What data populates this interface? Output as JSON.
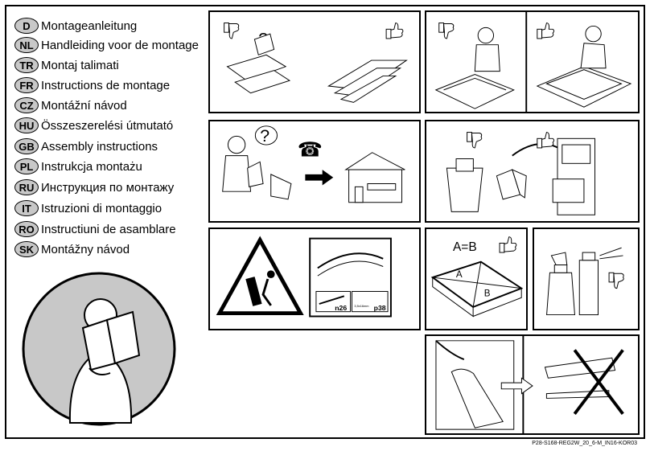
{
  "languages": [
    {
      "code": "D",
      "name": "Montageanleitung"
    },
    {
      "code": "NL",
      "name": "Handleiding voor de montage"
    },
    {
      "code": "TR",
      "name": "Montaj talimati"
    },
    {
      "code": "FR",
      "name": "Instructions de montage"
    },
    {
      "code": "CZ",
      "name": "Montážní návod"
    },
    {
      "code": "HU",
      "name": "Összeszerelési útmutató"
    },
    {
      "code": "GB",
      "name": "Assembly instructions"
    },
    {
      "code": "PL",
      "name": "Instrukcja montażu"
    },
    {
      "code": "RU",
      "name": "Инструкция по монтажу"
    },
    {
      "code": "IT",
      "name": "Istruzioni di montaggio"
    },
    {
      "code": "RO",
      "name": "Instructiuni de asamblare"
    },
    {
      "code": "SK",
      "name": "Montážny návod"
    }
  ],
  "icons": {
    "thumbs_up": "thumbs-up-icon",
    "thumbs_down": "thumbs-down-icon",
    "question": "?",
    "phone": "☎"
  },
  "panels": {
    "measure_label": "A=B",
    "point_a": "A",
    "point_b": "B",
    "part_n26": "n26",
    "part_p38": "p38",
    "screw_size": "3,5x16mm"
  },
  "footer_code": "P28-S168-REG2W_20_6-M_IN16-KOR03",
  "colors": {
    "badge_fill": "#c8c8c8",
    "line": "#000000",
    "circle_fill": "#c8c8c8"
  }
}
